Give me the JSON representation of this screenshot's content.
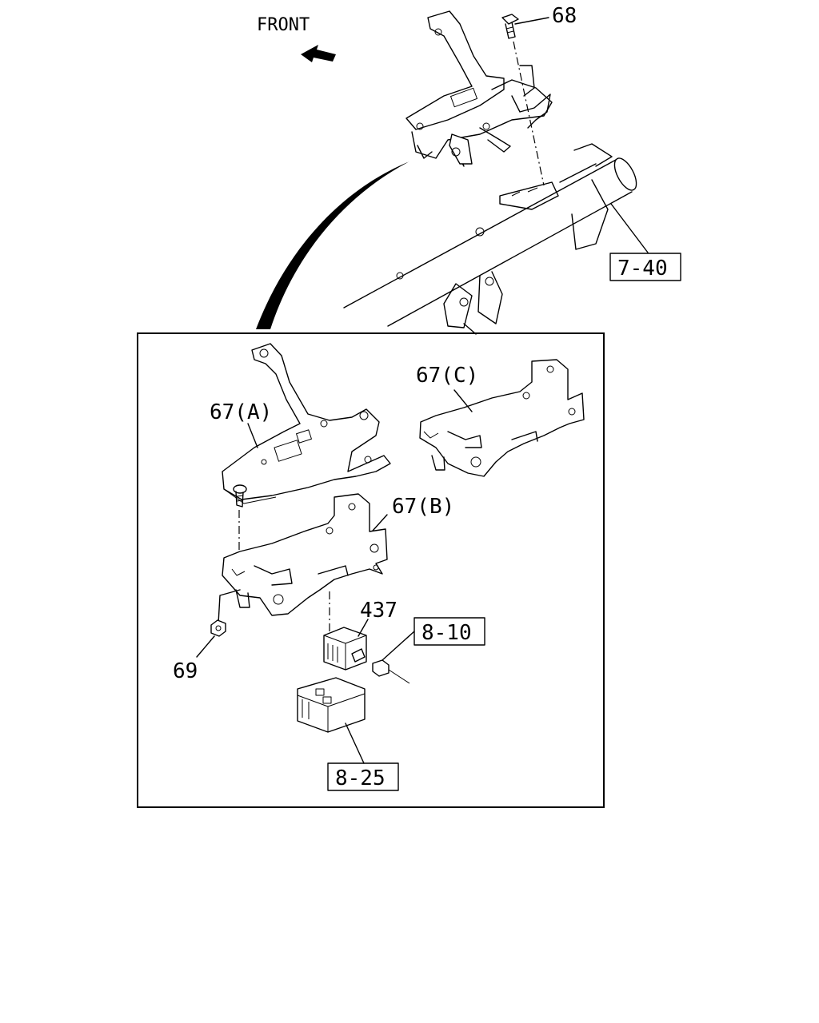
{
  "direction": {
    "label": "FRONT",
    "icon": "front-arrow-icon"
  },
  "callouts": {
    "bolt_top": "68",
    "nut": "69",
    "relay": "437",
    "bracket_a": "67(A)",
    "bracket_b": "67(B)",
    "bracket_c": "67(C)"
  },
  "references": {
    "crossmember": "7-40",
    "connector": "8-10",
    "cover": "8-25"
  }
}
